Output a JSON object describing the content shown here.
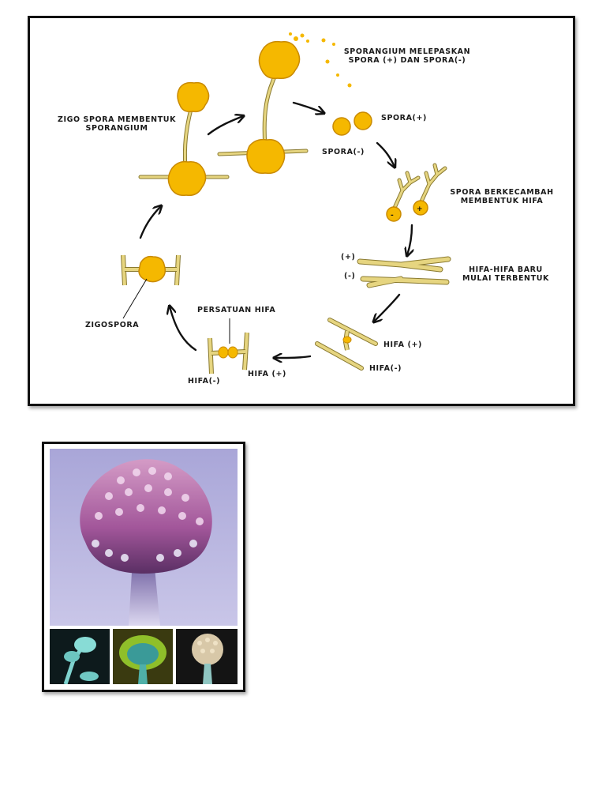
{
  "diagram": {
    "labels": {
      "zigospora_membentuk": "ZIGO SPORA MEMBENTUK",
      "sporangium_1": "SPORANGIUM",
      "melepaskan_1": "SPORANGIUM MELEPASKAN",
      "melepaskan_2": "SPORA (+) DAN SPORA(-)",
      "spora_plus": "SPORA(+)",
      "spora_minus": "SPORA(-)",
      "berkecambah_1": "SPORA BERKECAMBAH",
      "berkecambah_2": "MEMBENTUK HIFA",
      "plus_mark": "(+)",
      "minus_mark": "(-)",
      "hifa_baru_1": "HIFA-HIFA BARU",
      "hifa_baru_2": "MULAI TERBENTUK",
      "hifa_plus_right": "HIFA (+)",
      "hifa_minus_right": "HIFA(-)",
      "persatuan_hifa": "PERSATUAN HIFA",
      "hifa_plus_bottom": "HIFA (+)",
      "hifa_minus_bottom": "HIFA(-)",
      "zigospora": "ZIGOSPORA"
    },
    "colors": {
      "spore": "#f5b800",
      "spore_edge": "#c98a00",
      "hypha": "#e6d580",
      "hypha_edge": "#8a7a30",
      "ink": "#111111"
    }
  },
  "photos": {
    "colors": {
      "main_bg": "#b9b4dc",
      "head_top": "#c98bbd",
      "head_bottom": "#7a3f7a",
      "stalk": "#d8d4ec"
    }
  }
}
